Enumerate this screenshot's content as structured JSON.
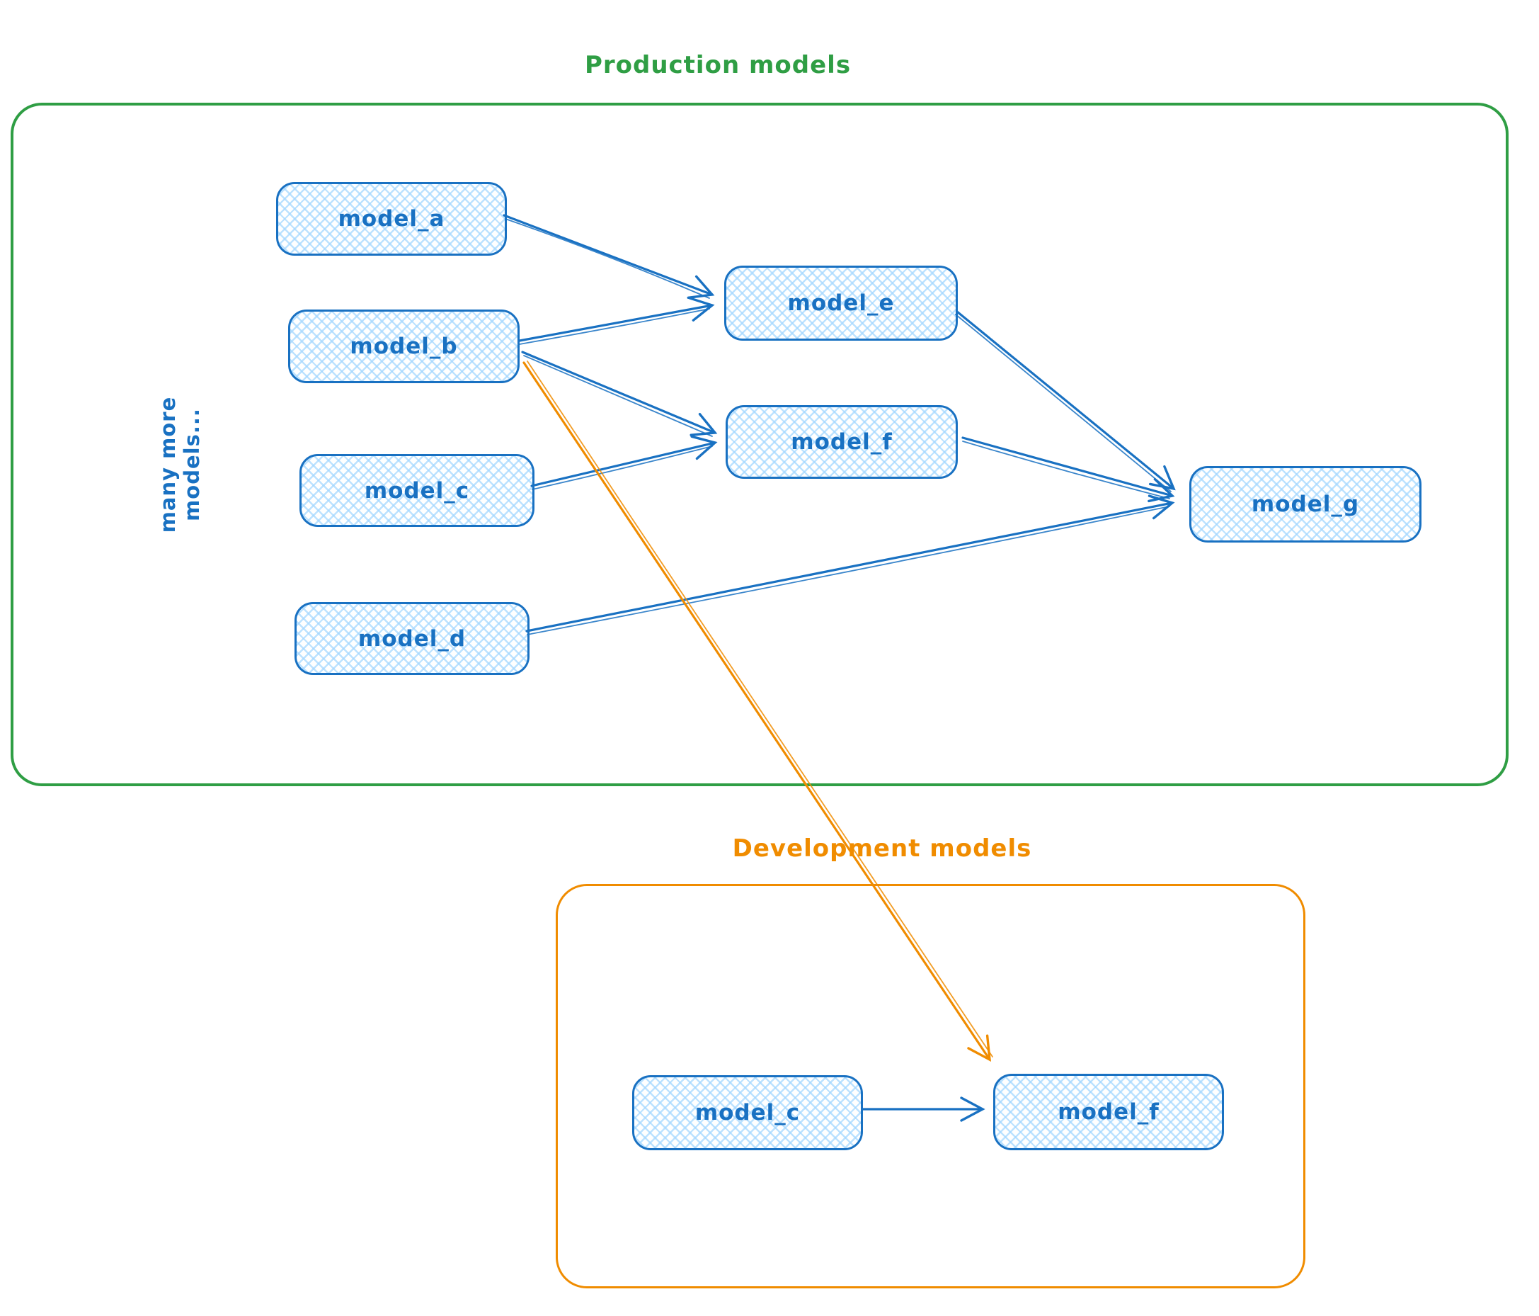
{
  "diagram": {
    "production": {
      "title": "Production models",
      "side_label": "many more models...",
      "nodes": {
        "model_a": {
          "label": "model_a"
        },
        "model_b": {
          "label": "model_b"
        },
        "model_c": {
          "label": "model_c"
        },
        "model_d": {
          "label": "model_d"
        },
        "model_e": {
          "label": "model_e"
        },
        "model_f": {
          "label": "model_f"
        },
        "model_g": {
          "label": "model_g"
        }
      }
    },
    "development": {
      "title": "Development models",
      "nodes": {
        "model_c": {
          "label": "model_c"
        },
        "model_f": {
          "label": "model_f"
        }
      }
    },
    "edges": [
      {
        "from": "production.model_a",
        "to": "production.model_e",
        "color": "#1971c2"
      },
      {
        "from": "production.model_b",
        "to": "production.model_e",
        "color": "#1971c2"
      },
      {
        "from": "production.model_b",
        "to": "production.model_f",
        "color": "#1971c2"
      },
      {
        "from": "production.model_c",
        "to": "production.model_f",
        "color": "#1971c2"
      },
      {
        "from": "production.model_e",
        "to": "production.model_g",
        "color": "#1971c2"
      },
      {
        "from": "production.model_f",
        "to": "production.model_g",
        "color": "#1971c2"
      },
      {
        "from": "production.model_d",
        "to": "production.model_g",
        "color": "#1971c2"
      },
      {
        "from": "production.model_b",
        "to": "development.model_f",
        "color": "#f08c00"
      },
      {
        "from": "development.model_c",
        "to": "development.model_f",
        "color": "#1971c2"
      }
    ],
    "colors": {
      "node_stroke": "#1971c2",
      "node_fill": "#a5d8ff",
      "production_stroke": "#2f9e44",
      "development_stroke": "#f08c00",
      "background": "#ffffff"
    }
  }
}
